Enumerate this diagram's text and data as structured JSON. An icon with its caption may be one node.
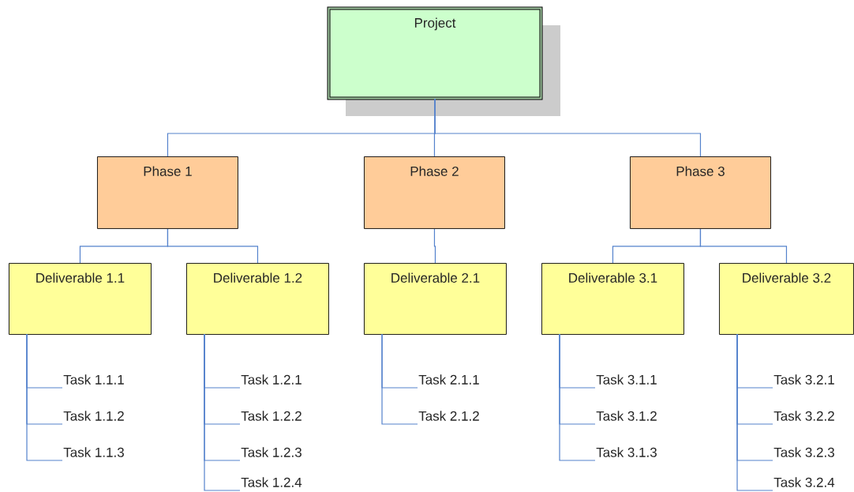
{
  "diagram": {
    "nodes": [
      {
        "text": [
          "Project"
        ]
      },
      {
        "text": [
          "Phase 1"
        ]
      },
      {
        "text": [
          "Phase 2"
        ]
      },
      {
        "text": [
          "Phase 3"
        ]
      },
      {
        "text": [
          "Deliverable 1.1"
        ]
      },
      {
        "text": [
          "Deliverable  1.2"
        ]
      },
      {
        "text": [
          "Deliverable 2.1"
        ]
      },
      {
        "text": [
          "Deliverable 3.1"
        ]
      },
      {
        "text": [
          "Deliverable 3.2"
        ]
      },
      {
        "text": [
          "Task 1.1.1"
        ]
      },
      {
        "text": [
          "Task 1.1.2"
        ]
      },
      {
        "text": [
          "Task 1.1.3"
        ]
      },
      {
        "text": [
          "Task 1.2.1"
        ]
      },
      {
        "text": [
          "Task 1.2.2"
        ]
      },
      {
        "text": [
          "Task 1.2.3"
        ]
      },
      {
        "text": [
          "Task 1.2.4"
        ]
      },
      {
        "text": [
          "Task 2.1.1"
        ]
      },
      {
        "text": [
          "Task 2.1.2"
        ]
      },
      {
        "text": [
          "Task 3.1.1"
        ]
      },
      {
        "text": [
          "Task 3.1.2"
        ]
      },
      {
        "text": [
          "Task 3.1.3"
        ]
      },
      {
        "text": [
          "Task 3.2.1"
        ]
      },
      {
        "text": [
          "Task 3.2.2"
        ]
      },
      {
        "text": [
          "Task 3.2.3"
        ]
      },
      {
        "text": [
          "Task 3.2.4"
        ]
      }
    ],
    "edges": [
      {
        "from": 0,
        "to": 1,
        "arrow": "none"
      },
      {
        "from": 0,
        "to": 2,
        "arrow": "none"
      },
      {
        "from": 0,
        "to": 3,
        "arrow": "none"
      },
      {
        "from": 1,
        "to": 4,
        "arrow": "none"
      },
      {
        "from": 1,
        "to": 5,
        "arrow": "none"
      },
      {
        "from": 2,
        "to": 6,
        "arrow": "none"
      },
      {
        "from": 3,
        "to": 7,
        "arrow": "none"
      },
      {
        "from": 3,
        "to": 8,
        "arrow": "none"
      },
      {
        "from": 4,
        "to": 9,
        "arrow": "none"
      },
      {
        "from": 4,
        "to": 10,
        "arrow": "none"
      },
      {
        "from": 4,
        "to": 11,
        "arrow": "none"
      },
      {
        "from": 5,
        "to": 12,
        "arrow": "none"
      },
      {
        "from": 5,
        "to": 13,
        "arrow": "none"
      },
      {
        "from": 5,
        "to": 14,
        "arrow": "none"
      },
      {
        "from": 5,
        "to": 15,
        "arrow": "none"
      },
      {
        "from": 6,
        "to": 16,
        "arrow": "none"
      },
      {
        "from": 6,
        "to": 17,
        "arrow": "none"
      },
      {
        "from": 7,
        "to": 18,
        "arrow": "none"
      },
      {
        "from": 7,
        "to": 19,
        "arrow": "none"
      },
      {
        "from": 7,
        "to": 20,
        "arrow": "none"
      },
      {
        "from": 8,
        "to": 21,
        "arrow": "none"
      },
      {
        "from": 8,
        "to": 22,
        "arrow": "none"
      },
      {
        "from": 8,
        "to": 23,
        "arrow": "none"
      },
      {
        "from": 8,
        "to": 24,
        "arrow": "none"
      }
    ]
  }
}
